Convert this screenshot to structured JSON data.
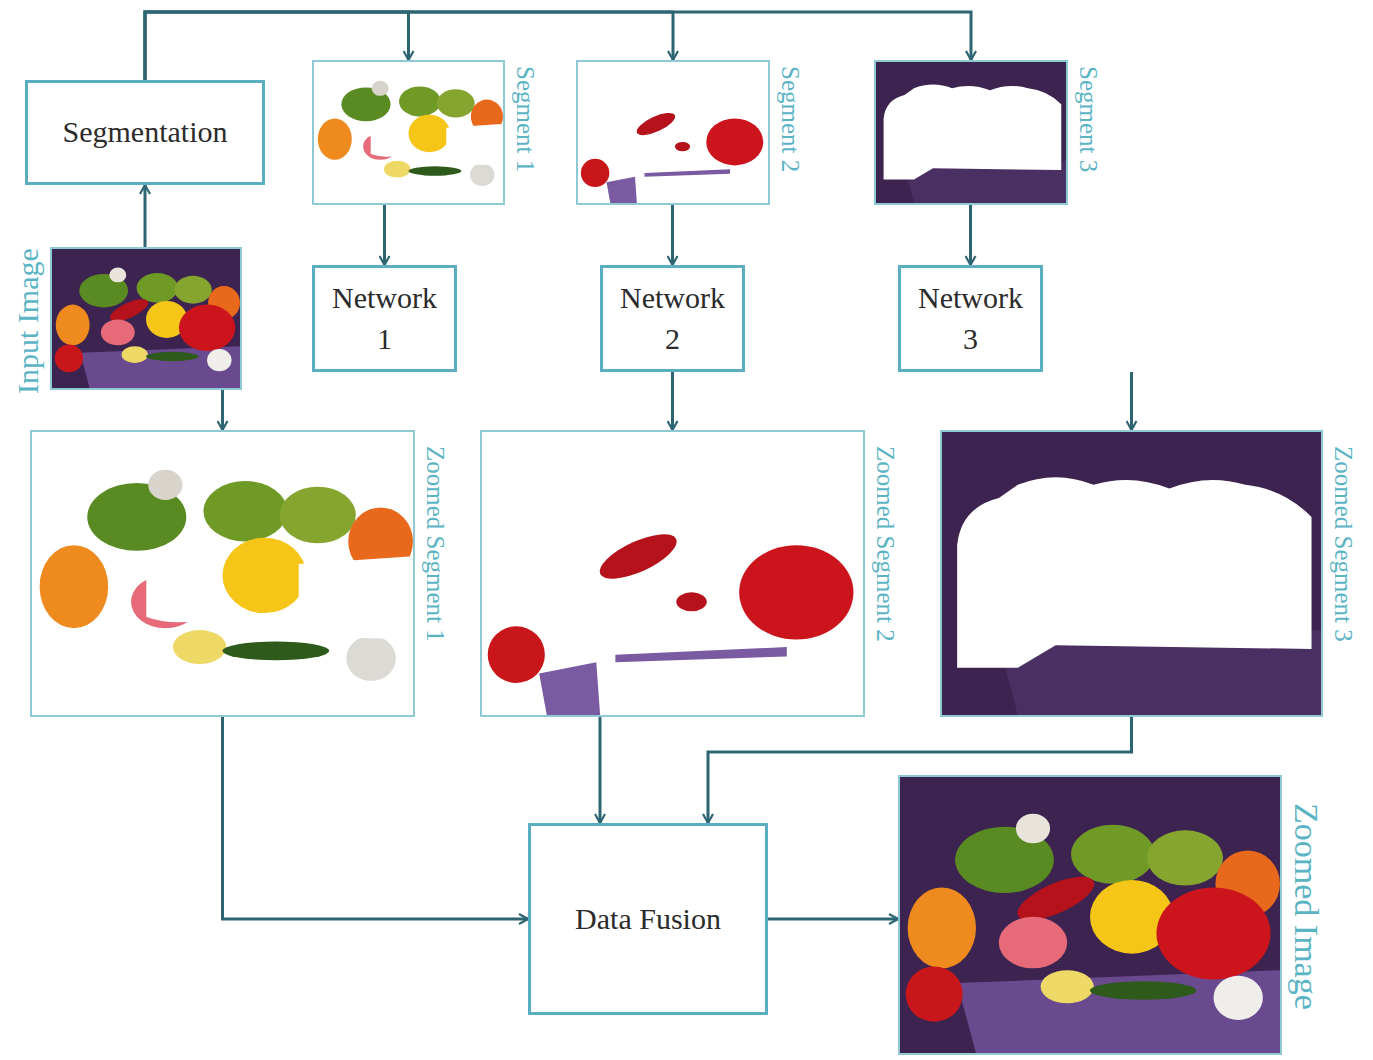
{
  "diagram": {
    "nodes": [
      {
        "text": [
          "Segmentation"
        ]
      },
      {
        "text": [
          "Segment 1"
        ]
      },
      {
        "text": [
          "Segment 2"
        ]
      },
      {
        "text": [
          "Segment 3"
        ]
      },
      {
        "text": [
          "Input Image"
        ]
      },
      {
        "text": [
          "Network 1"
        ]
      },
      {
        "text": [
          "Network 2"
        ]
      },
      {
        "text": [
          "Network 3"
        ]
      },
      {
        "text": [
          "Zoomed Segment 1"
        ]
      },
      {
        "text": [
          "Zoomed Segment 2"
        ]
      },
      {
        "text": [
          "Zoomed Segment 3"
        ]
      },
      {
        "text": [
          "Data Fusion"
        ]
      },
      {
        "text": [
          "Zoomed Image"
        ]
      }
    ],
    "edges": [
      {
        "from": 4,
        "to": 0,
        "arrow": "to"
      },
      {
        "from": 0,
        "to": 1,
        "arrow": "to"
      },
      {
        "from": 0,
        "to": 2,
        "arrow": "to"
      },
      {
        "from": 0,
        "to": 3,
        "arrow": "to"
      },
      {
        "from": 1,
        "to": 5,
        "arrow": "to"
      },
      {
        "from": 2,
        "to": 6,
        "arrow": "to"
      },
      {
        "from": 3,
        "to": 7,
        "arrow": "to"
      },
      {
        "from": 5,
        "to": 8,
        "arrow": "to"
      },
      {
        "from": 6,
        "to": 9,
        "arrow": "to"
      },
      {
        "from": 7,
        "to": 10,
        "arrow": "to"
      },
      {
        "from": 8,
        "to": 11,
        "arrow": "to"
      },
      {
        "from": 9,
        "to": 11,
        "arrow": "to"
      },
      {
        "from": 10,
        "to": 11,
        "arrow": "to"
      },
      {
        "from": 11,
        "to": 12,
        "arrow": "to"
      }
    ]
  }
}
